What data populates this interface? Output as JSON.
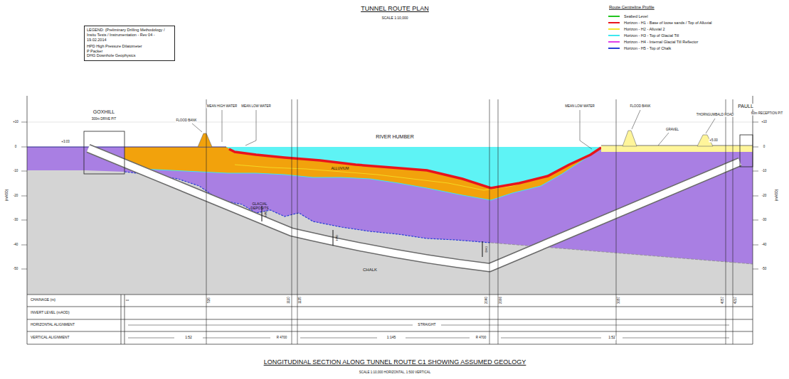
{
  "diagram": {
    "title": "TUNNEL ROUTE PLAN",
    "caption": "LONGITUDINAL SECTION ALONG TUNNEL ROUTE C1 SHOWING ASSUMED GEOLOGY",
    "nodes": [
      {
        "text": [
          "LEGEND: (Preliminary Drilling Methodology / Insitu Tests / Instrumentation - Rev 04 - 19.02.2014",
          "HPD High Pressure Dilatometer",
          "P Packer",
          "DHG Downhole Geophysics"
        ]
      }
    ],
    "labels": [
      "SCALE 1:10,000",
      "Route Centreline Profile",
      "GOXHILL",
      "300m DRIVE PIT",
      "+3.03",
      "FLOOD BANK",
      "MEAN HIGH WATER",
      "MEAN LOW WATER",
      "RIVER HUMBER",
      "MEAN LOW WATER",
      "FLOOD BANK",
      "GRAVEL",
      "THORNGUMBALD ROAD",
      "+5.00",
      "PAULL",
      "60m RECEPTION PIT",
      "ALLUVIUM",
      "GLACIAL DEPOSITS",
      "CHALK",
      "+10",
      "0",
      "-10",
      "-20",
      "-30",
      "-40",
      "-50",
      "(mAOD)",
      "+10",
      "0",
      "-10",
      "-20",
      "-30",
      "-40",
      "-50",
      "(mAOD)",
      "CHAINAGE (m)",
      "INVERT LEVEL (mAOD)",
      "HORIZONTAL ALIGNMENT",
      "VERTICAL ALIGNMENT",
      "0",
      "526",
      "1110",
      "1135",
      "2040",
      "2066",
      "3087",
      "4057",
      "4217",
      "STRAIGHT",
      "1:52",
      "1:145",
      "1:52",
      "R 4700",
      "R 4700",
      "HPD",
      "HPD",
      "DHG",
      "SCALE 1:10,000 HORIZONTAL, 1:500 VERTICAL"
    ],
    "legend": [
      {
        "text": "Seabed Level",
        "color": "#22c41e"
      },
      {
        "text": "Horizon - H1 - Base of loose sands / Top of Alluvial",
        "color": "#e8141c"
      },
      {
        "text": "Horizon - H2 - Alluvial 2",
        "color": "#f5e42a"
      },
      {
        "text": "Horizon - H3 - Top of Glacial Till",
        "color": "#3ee8f0"
      },
      {
        "text": "Horizon - H4 - Internal Glacial Till Reflector",
        "color": "#e040e8"
      },
      {
        "text": "Horizon - H5 - Top of Chalk",
        "color": "#2a3fd6"
      }
    ]
  }
}
